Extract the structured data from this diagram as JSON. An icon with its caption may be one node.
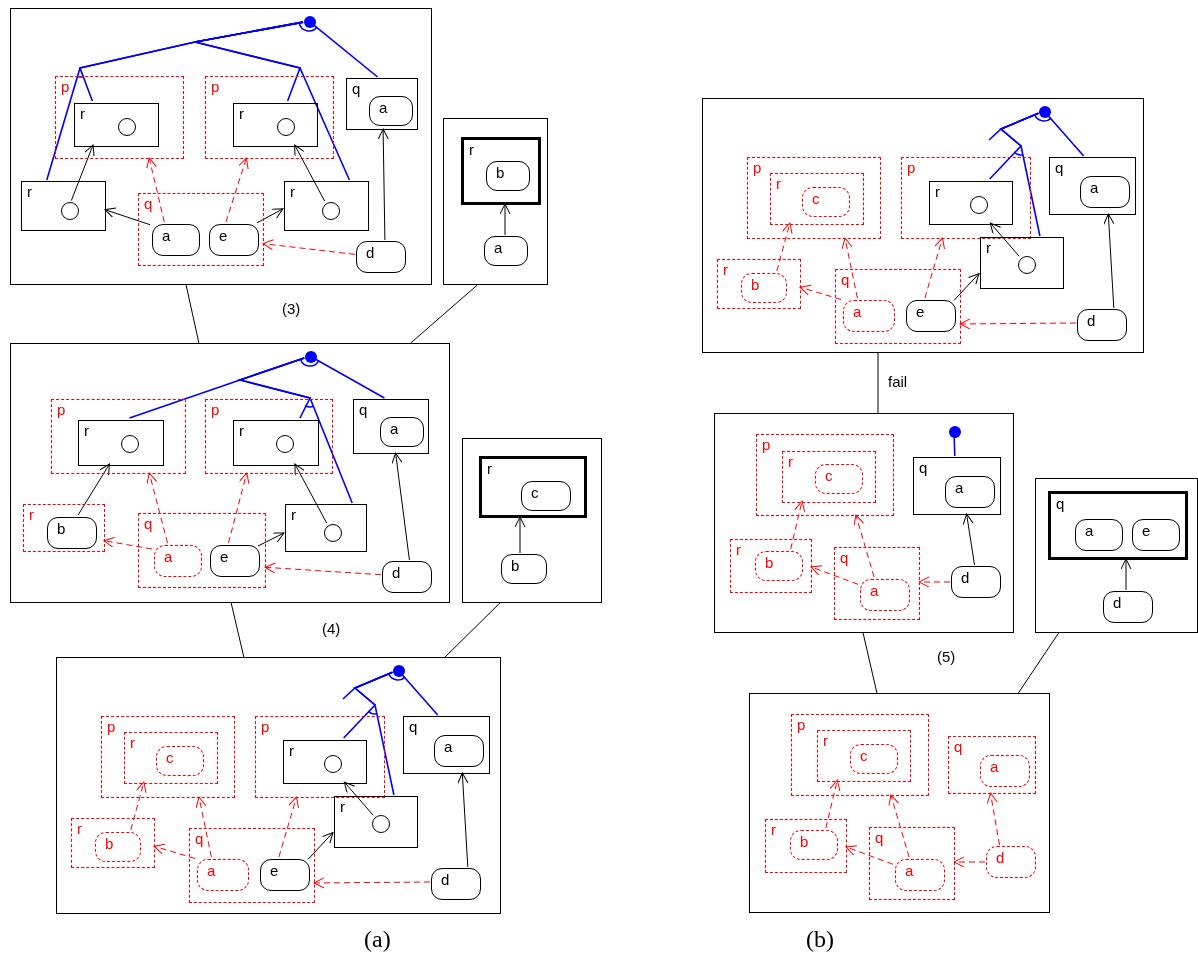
{
  "diagram": {
    "nodes": [
      {
        "text": [],
        "shape": "box"
      },
      {
        "text": [],
        "shape": "circle",
        "in": 0
      },
      {
        "text": [
          "p"
        ],
        "in": 0
      },
      {
        "text": [
          "r"
        ],
        "in": 2
      },
      {
        "text": [],
        "shape": "circle",
        "in": 3
      },
      {
        "text": [
          "p"
        ],
        "in": 0
      },
      {
        "text": [
          "r"
        ],
        "in": 5
      },
      {
        "text": [],
        "shape": "circle",
        "in": 6
      },
      {
        "text": [
          "q"
        ],
        "in": 0
      },
      {
        "text": [
          "a"
        ],
        "in": 8
      },
      {
        "text": [
          "r"
        ],
        "in": 0
      },
      {
        "text": [],
        "shape": "circle",
        "in": 10
      },
      {
        "text": [
          "q"
        ],
        "in": 0
      },
      {
        "text": [
          "a"
        ],
        "in": 12
      },
      {
        "text": [
          "e"
        ],
        "in": 12
      },
      {
        "text": [
          "r"
        ],
        "in": 0
      },
      {
        "text": [],
        "shape": "circle",
        "in": 15
      },
      {
        "text": [
          "d"
        ],
        "in": 0
      },
      {
        "text": [],
        "shape": "box"
      },
      {
        "text": [
          "r"
        ],
        "in": 18
      },
      {
        "text": [
          "b"
        ],
        "in": 19
      },
      {
        "text": [
          "a"
        ],
        "in": 18
      },
      {
        "text": [],
        "shape": "box"
      },
      {
        "text": [],
        "shape": "circle",
        "in": 22
      },
      {
        "text": [
          "p"
        ],
        "in": 22
      },
      {
        "text": [
          "r"
        ],
        "in": 24
      },
      {
        "text": [],
        "shape": "circle",
        "in": 25
      },
      {
        "text": [
          "p"
        ],
        "in": 22
      },
      {
        "text": [
          "r"
        ],
        "in": 27
      },
      {
        "text": [],
        "shape": "circle",
        "in": 28
      },
      {
        "text": [
          "q"
        ],
        "in": 22
      },
      {
        "text": [
          "a"
        ],
        "in": 30
      },
      {
        "text": [
          "r"
        ],
        "in": 22
      },
      {
        "text": [
          "b"
        ],
        "in": 32
      },
      {
        "text": [
          "q"
        ],
        "in": 22
      },
      {
        "text": [
          "a"
        ],
        "in": 34
      },
      {
        "text": [
          "e"
        ],
        "in": 34
      },
      {
        "text": [
          "r"
        ],
        "in": 22
      },
      {
        "text": [],
        "shape": "circle",
        "in": 37
      },
      {
        "text": [
          "d"
        ],
        "in": 22
      },
      {
        "text": [],
        "shape": "box"
      },
      {
        "text": [
          "r"
        ],
        "in": 40
      },
      {
        "text": [
          "c"
        ],
        "in": 41
      },
      {
        "text": [
          "b"
        ],
        "in": 40
      },
      {
        "text": [],
        "shape": "box"
      },
      {
        "text": [],
        "shape": "circle",
        "in": 44
      },
      {
        "text": [
          "p"
        ],
        "in": 44
      },
      {
        "text": [
          "r"
        ],
        "in": 46
      },
      {
        "text": [
          "c"
        ],
        "in": 47
      },
      {
        "text": [
          "p"
        ],
        "in": 44
      },
      {
        "text": [
          "r"
        ],
        "in": 49
      },
      {
        "text": [],
        "shape": "circle",
        "in": 50
      },
      {
        "text": [
          "q"
        ],
        "in": 44
      },
      {
        "text": [
          "a"
        ],
        "in": 52
      },
      {
        "text": [
          "r"
        ],
        "in": 44
      },
      {
        "text": [
          "b"
        ],
        "in": 54
      },
      {
        "text": [
          "q"
        ],
        "in": 44
      },
      {
        "text": [
          "a"
        ],
        "in": 56
      },
      {
        "text": [
          "e"
        ],
        "in": 56
      },
      {
        "text": [
          "r"
        ],
        "in": 44
      },
      {
        "text": [],
        "shape": "circle",
        "in": 59
      },
      {
        "text": [
          "d"
        ],
        "in": 44
      },
      {
        "text": [],
        "shape": "box"
      },
      {
        "text": [],
        "shape": "circle",
        "in": 62
      },
      {
        "text": [
          "p"
        ],
        "in": 62
      },
      {
        "text": [
          "r"
        ],
        "in": 64
      },
      {
        "text": [
          "c"
        ],
        "in": 65
      },
      {
        "text": [
          "p"
        ],
        "in": 62
      },
      {
        "text": [
          "r"
        ],
        "in": 67
      },
      {
        "text": [],
        "shape": "circle",
        "in": 68
      },
      {
        "text": [
          "q"
        ],
        "in": 62
      },
      {
        "text": [
          "a"
        ],
        "in": 70
      },
      {
        "text": [
          "r"
        ],
        "in": 62
      },
      {
        "text": [
          "b"
        ],
        "in": 72
      },
      {
        "text": [
          "q"
        ],
        "in": 62
      },
      {
        "text": [
          "a"
        ],
        "in": 74
      },
      {
        "text": [
          "e"
        ],
        "in": 74
      },
      {
        "text": [
          "r"
        ],
        "in": 62
      },
      {
        "text": [],
        "shape": "circle",
        "in": 77
      },
      {
        "text": [
          "d"
        ],
        "in": 62
      },
      {
        "text": [],
        "shape": "box"
      },
      {
        "text": [],
        "shape": "circle",
        "in": 80
      },
      {
        "text": [
          "p"
        ],
        "in": 80
      },
      {
        "text": [
          "r"
        ],
        "in": 82
      },
      {
        "text": [
          "c"
        ],
        "in": 83
      },
      {
        "text": [
          "q"
        ],
        "in": 80
      },
      {
        "text": [
          "a"
        ],
        "in": 85
      },
      {
        "text": [
          "r"
        ],
        "in": 80
      },
      {
        "text": [
          "b"
        ],
        "in": 87
      },
      {
        "text": [
          "q"
        ],
        "in": 80
      },
      {
        "text": [
          "a"
        ],
        "in": 89
      },
      {
        "text": [
          "d"
        ],
        "in": 80
      },
      {
        "text": [],
        "shape": "box"
      },
      {
        "text": [
          "q"
        ],
        "in": 92
      },
      {
        "text": [
          "a"
        ],
        "in": 93
      },
      {
        "text": [
          "e"
        ],
        "in": 93
      },
      {
        "text": [
          "d"
        ],
        "in": 92
      },
      {
        "text": [],
        "shape": "box"
      },
      {
        "text": [
          "p"
        ],
        "in": 97
      },
      {
        "text": [
          "r"
        ],
        "in": 98
      },
      {
        "text": [
          "c"
        ],
        "in": 99
      },
      {
        "text": [
          "q"
        ],
        "in": 97
      },
      {
        "text": [
          "a"
        ],
        "in": 101
      },
      {
        "text": [
          "r"
        ],
        "in": 97
      },
      {
        "text": [
          "b"
        ],
        "in": 103
      },
      {
        "text": [
          "q"
        ],
        "in": 97
      },
      {
        "text": [
          "a"
        ],
        "in": 105
      },
      {
        "text": [
          "d"
        ],
        "in": 97
      }
    ],
    "edges": [
      {
        "from": 1,
        "to": 3,
        "arrow": "none",
        "color": "#0000ff"
      },
      {
        "from": 1,
        "to": 10,
        "arrow": "none",
        "color": "#0000ff"
      },
      {
        "from": 1,
        "to": 6,
        "arrow": "none",
        "color": "#0000ff"
      },
      {
        "from": 1,
        "to": 15,
        "arrow": "none",
        "color": "#0000ff"
      },
      {
        "from": 1,
        "to": 8,
        "arrow": "none",
        "color": "#0000ff"
      },
      {
        "from": 11,
        "to": 3,
        "arrow": "to"
      },
      {
        "from": 13,
        "to": 10,
        "arrow": "to"
      },
      {
        "from": 13,
        "to": 2,
        "arrow": "to",
        "style": "dashed",
        "color": "#ff0000"
      },
      {
        "from": 14,
        "to": 5,
        "arrow": "to",
        "style": "dashed",
        "color": "#ff0000"
      },
      {
        "from": 14,
        "to": 15,
        "arrow": "to"
      },
      {
        "from": 16,
        "to": 6,
        "arrow": "to"
      },
      {
        "from": 17,
        "to": 12,
        "arrow": "to",
        "style": "dashed",
        "color": "#ff0000"
      },
      {
        "from": 17,
        "to": 8,
        "arrow": "to"
      },
      {
        "from": 21,
        "to": 19,
        "arrow": "to"
      },
      {
        "from": 0,
        "to": 22,
        "arrow": "none"
      },
      {
        "from": 18,
        "to": 22,
        "arrow": "none"
      },
      {
        "from": 23,
        "to": 25,
        "arrow": "none",
        "color": "#0000ff"
      },
      {
        "from": 23,
        "to": 28,
        "arrow": "none",
        "color": "#0000ff"
      },
      {
        "from": 23,
        "to": 37,
        "arrow": "none",
        "color": "#0000ff"
      },
      {
        "from": 23,
        "to": 30,
        "arrow": "none",
        "color": "#0000ff"
      },
      {
        "from": 33,
        "to": 25,
        "arrow": "to"
      },
      {
        "from": 35,
        "to": 32,
        "arrow": "to",
        "style": "dashed",
        "color": "#ff0000"
      },
      {
        "from": 35,
        "to": 24,
        "arrow": "to",
        "style": "dashed",
        "color": "#ff0000"
      },
      {
        "from": 36,
        "to": 27,
        "arrow": "to",
        "style": "dashed",
        "color": "#ff0000"
      },
      {
        "from": 36,
        "to": 37,
        "arrow": "to"
      },
      {
        "from": 38,
        "to": 28,
        "arrow": "to"
      },
      {
        "from": 39,
        "to": 34,
        "arrow": "to",
        "style": "dashed",
        "color": "#ff0000"
      },
      {
        "from": 39,
        "to": 30,
        "arrow": "to"
      },
      {
        "from": 43,
        "to": 41,
        "arrow": "to"
      },
      {
        "from": 22,
        "to": 44,
        "arrow": "none"
      },
      {
        "from": 40,
        "to": 44,
        "arrow": "none"
      },
      {
        "from": 45,
        "to": null,
        "arrow": "none",
        "color": "#0000ff"
      },
      {
        "from": 45,
        "to": 50,
        "arrow": "none",
        "color": "#0000ff"
      },
      {
        "from": 45,
        "to": 59,
        "arrow": "none",
        "color": "#0000ff"
      },
      {
        "from": 45,
        "to": 52,
        "arrow": "none",
        "color": "#0000ff"
      },
      {
        "from": 55,
        "to": 47,
        "arrow": "to",
        "style": "dashed",
        "color": "#ff0000"
      },
      {
        "from": 57,
        "to": 54,
        "arrow": "to",
        "style": "dashed",
        "color": "#ff0000"
      },
      {
        "from": 57,
        "to": 46,
        "arrow": "to",
        "style": "dashed",
        "color": "#ff0000"
      },
      {
        "from": 58,
        "to": 49,
        "arrow": "to",
        "style": "dashed",
        "color": "#ff0000"
      },
      {
        "from": 58,
        "to": 59,
        "arrow": "to"
      },
      {
        "from": 60,
        "to": 50,
        "arrow": "to"
      },
      {
        "from": 61,
        "to": 56,
        "arrow": "to",
        "style": "dashed",
        "color": "#ff0000"
      },
      {
        "from": 61,
        "to": 52,
        "arrow": "to"
      },
      {
        "from": 63,
        "to": null,
        "arrow": "none",
        "color": "#0000ff"
      },
      {
        "from": 63,
        "to": 68,
        "arrow": "none",
        "color": "#0000ff"
      },
      {
        "from": 63,
        "to": 77,
        "arrow": "none",
        "color": "#0000ff"
      },
      {
        "from": 63,
        "to": 70,
        "arrow": "none",
        "color": "#0000ff"
      },
      {
        "from": 73,
        "to": 65,
        "arrow": "to",
        "style": "dashed",
        "color": "#ff0000"
      },
      {
        "from": 75,
        "to": 72,
        "arrow": "to",
        "style": "dashed",
        "color": "#ff0000"
      },
      {
        "from": 75,
        "to": 64,
        "arrow": "to",
        "style": "dashed",
        "color": "#ff0000"
      },
      {
        "from": 76,
        "to": 67,
        "arrow": "to",
        "style": "dashed",
        "color": "#ff0000"
      },
      {
        "from": 76,
        "to": 77,
        "arrow": "to"
      },
      {
        "from": 78,
        "to": 68,
        "arrow": "to"
      },
      {
        "from": 79,
        "to": 74,
        "arrow": "to",
        "style": "dashed",
        "color": "#ff0000"
      },
      {
        "from": 79,
        "to": 70,
        "arrow": "to"
      },
      {
        "from": 62,
        "to": 80,
        "arrow": "none",
        "label": "fail"
      },
      {
        "from": 81,
        "to": 85,
        "arrow": "none",
        "color": "#0000ff"
      },
      {
        "from": 88,
        "to": 83,
        "arrow": "to",
        "style": "dashed",
        "color": "#ff0000"
      },
      {
        "from": 90,
        "to": 87,
        "arrow": "to",
        "style": "dashed",
        "color": "#ff0000"
      },
      {
        "from": 90,
        "to": 82,
        "arrow": "to",
        "style": "dashed",
        "color": "#ff0000"
      },
      {
        "from": 91,
        "to": 89,
        "arrow": "to",
        "style": "dashed",
        "color": "#ff0000"
      },
      {
        "from": 91,
        "to": 85,
        "arrow": "to"
      },
      {
        "from": 96,
        "to": 93,
        "arrow": "to"
      },
      {
        "from": 80,
        "to": 97,
        "arrow": "none"
      },
      {
        "from": 92,
        "to": 97,
        "arrow": "none"
      },
      {
        "from": 104,
        "to": 99,
        "arrow": "to",
        "style": "dashed",
        "color": "#ff0000"
      },
      {
        "from": 106,
        "to": 103,
        "arrow": "to",
        "style": "dashed",
        "color": "#ff0000"
      },
      {
        "from": 106,
        "to": 98,
        "arrow": "to",
        "style": "dashed",
        "color": "#ff0000"
      },
      {
        "from": 107,
        "to": 105,
        "arrow": "to",
        "style": "dashed",
        "color": "#ff0000"
      },
      {
        "from": 107,
        "to": 101,
        "arrow": "to",
        "style": "dashed",
        "color": "#ff0000"
      }
    ],
    "labels": [
      "(3)",
      "(4)",
      "(5)",
      "(a)",
      "(b)"
    ]
  }
}
